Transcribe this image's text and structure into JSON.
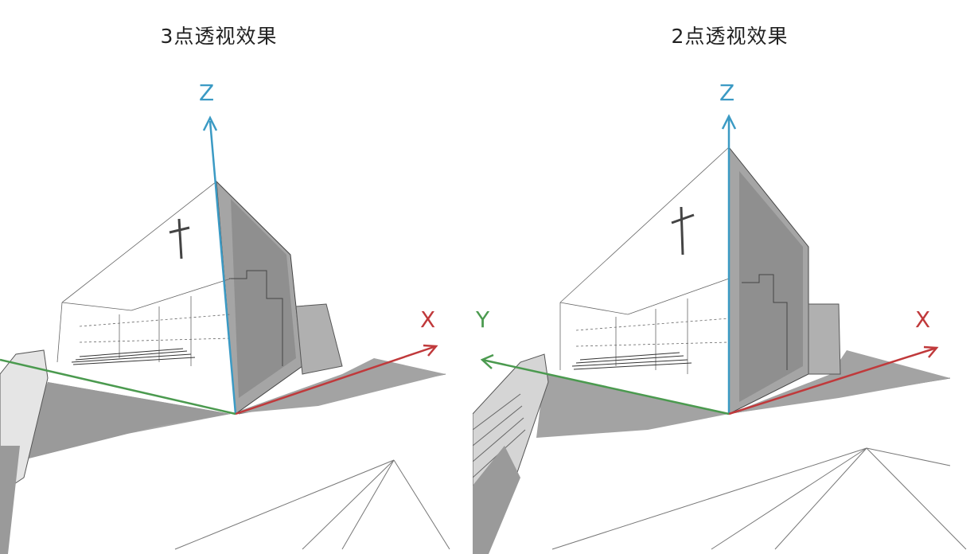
{
  "titles": {
    "left": "3点透视效果",
    "right": "2点透视效果"
  },
  "axes": {
    "left": {
      "z": "Z",
      "x": "X"
    },
    "right": {
      "z": "Z",
      "x": "X",
      "y": "Y"
    }
  },
  "colors": {
    "z_axis": "#3b9ac4",
    "x_axis": "#c0393b",
    "y_axis": "#4b9a4f",
    "shade": "#9b9b9b",
    "shade_dark": "#8a8a8a",
    "line": "#555555"
  }
}
